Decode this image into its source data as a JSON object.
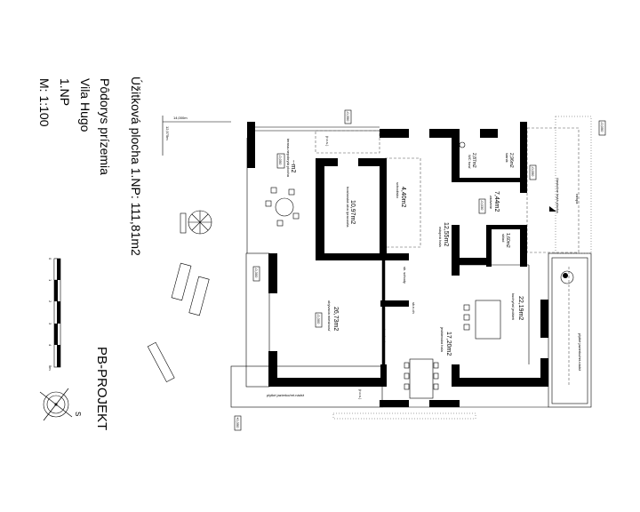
{
  "title_block": {
    "usable_area": "Úžitková plocha 1.NP: 111,81m2",
    "plan_name": "Pôdorys prízemia",
    "project": "Vila Hugo",
    "floor": "1.NP",
    "scale": "M: 1:100",
    "company": "PB-PROJEKT"
  },
  "scale_bar": {
    "ticks": [
      "0",
      "1",
      "2",
      "3",
      "4",
      "5m"
    ]
  },
  "compass": {
    "label": "S"
  },
  "elevations": {
    "height_total": "14,000m",
    "height_attic": "12,975m",
    "lvl_top": "-0,350",
    "lvl_terrace": "-0,050",
    "lvl_entry": "-0,050",
    "lvl_far_right": "-0,050",
    "lvl_vestibule": "-0,030",
    "lvl_living": "-0,300",
    "lvl_terrace_left": "-0,300",
    "lvl_bottom": "+0,350"
  },
  "rooms": [
    {
      "area": "--m2",
      "name": "terasa-nepokrytá plocha"
    },
    {
      "area": "10,97m2",
      "name": "hosťovská izba /pracovňa"
    },
    {
      "area": "4,40m2",
      "name": "schodisko"
    },
    {
      "area": "12,55m2",
      "name": "vstupná hala"
    },
    {
      "area": "2,87m2",
      "name": "WC hosť"
    },
    {
      "area": "2,96m2",
      "name": "šatník"
    },
    {
      "area": "7,44m2",
      "name": "zádverie"
    },
    {
      "area": "1,60m2",
      "name": "sklad"
    },
    {
      "area": "26,73m2",
      "name": "obývacia miestnosť"
    },
    {
      "area": "17,20m2",
      "name": "jedálenská hala"
    },
    {
      "area": "22,19m2",
      "name": "kuchyňa/ jedáleň"
    }
  ],
  "notes": {
    "ramp": "rampa",
    "covered": "čiastočne krytá plocha",
    "pond_bottom": "plytké jazierko/ret.nádrž",
    "pond_right": "plytké jazierko/ret.nádrž",
    "stairs_1": "sk. schody",
    "stairs_2": "sk. schody",
    "cabinet": "sk.n.ch",
    "ros_top": "(r.o.s.)",
    "ros_bottom": "(r.o.s.)"
  }
}
